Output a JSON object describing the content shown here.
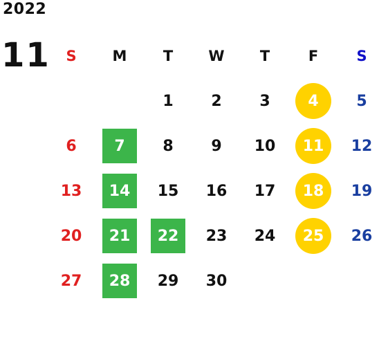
{
  "calendar": {
    "year": "2022",
    "month": "11",
    "weekday_headers": [
      {
        "label": "S",
        "kind": "sun"
      },
      {
        "label": "M",
        "kind": "normal"
      },
      {
        "label": "T",
        "kind": "normal"
      },
      {
        "label": "W",
        "kind": "normal"
      },
      {
        "label": "T",
        "kind": "normal"
      },
      {
        "label": "F",
        "kind": "normal"
      },
      {
        "label": "S",
        "kind": "sat"
      }
    ],
    "weeks": [
      [
        {
          "day": "",
          "kind": "sun",
          "highlight": "none"
        },
        {
          "day": "",
          "kind": "normal",
          "highlight": "none"
        },
        {
          "day": "1",
          "kind": "normal",
          "highlight": "none"
        },
        {
          "day": "2",
          "kind": "normal",
          "highlight": "none"
        },
        {
          "day": "3",
          "kind": "normal",
          "highlight": "none"
        },
        {
          "day": "4",
          "kind": "normal",
          "highlight": "yellow"
        },
        {
          "day": "5",
          "kind": "sat",
          "highlight": "none"
        }
      ],
      [
        {
          "day": "6",
          "kind": "sun",
          "highlight": "none"
        },
        {
          "day": "7",
          "kind": "normal",
          "highlight": "green"
        },
        {
          "day": "8",
          "kind": "normal",
          "highlight": "none"
        },
        {
          "day": "9",
          "kind": "normal",
          "highlight": "none"
        },
        {
          "day": "10",
          "kind": "normal",
          "highlight": "none"
        },
        {
          "day": "11",
          "kind": "normal",
          "highlight": "yellow"
        },
        {
          "day": "12",
          "kind": "sat",
          "highlight": "none"
        }
      ],
      [
        {
          "day": "13",
          "kind": "sun",
          "highlight": "none"
        },
        {
          "day": "14",
          "kind": "normal",
          "highlight": "green"
        },
        {
          "day": "15",
          "kind": "normal",
          "highlight": "none"
        },
        {
          "day": "16",
          "kind": "normal",
          "highlight": "none"
        },
        {
          "day": "17",
          "kind": "normal",
          "highlight": "none"
        },
        {
          "day": "18",
          "kind": "normal",
          "highlight": "yellow"
        },
        {
          "day": "19",
          "kind": "sat",
          "highlight": "none"
        }
      ],
      [
        {
          "day": "20",
          "kind": "sun",
          "highlight": "none"
        },
        {
          "day": "21",
          "kind": "normal",
          "highlight": "green"
        },
        {
          "day": "22",
          "kind": "normal",
          "highlight": "green"
        },
        {
          "day": "23",
          "kind": "normal",
          "highlight": "none"
        },
        {
          "day": "24",
          "kind": "normal",
          "highlight": "none"
        },
        {
          "day": "25",
          "kind": "normal",
          "highlight": "yellow"
        },
        {
          "day": "26",
          "kind": "sat",
          "highlight": "none"
        }
      ],
      [
        {
          "day": "27",
          "kind": "sun",
          "highlight": "none"
        },
        {
          "day": "28",
          "kind": "normal",
          "highlight": "green"
        },
        {
          "day": "29",
          "kind": "normal",
          "highlight": "none"
        },
        {
          "day": "30",
          "kind": "normal",
          "highlight": "none"
        },
        {
          "day": "",
          "kind": "normal",
          "highlight": "none"
        },
        {
          "day": "",
          "kind": "normal",
          "highlight": "none"
        },
        {
          "day": "",
          "kind": "sat",
          "highlight": "none"
        }
      ]
    ],
    "colors": {
      "sunday": "#e02020",
      "saturday_header": "#1010c8",
      "saturday_day": "#1a3fa0",
      "green_highlight": "#3cb54a",
      "yellow_highlight": "#ffd200",
      "text": "#111111"
    }
  }
}
